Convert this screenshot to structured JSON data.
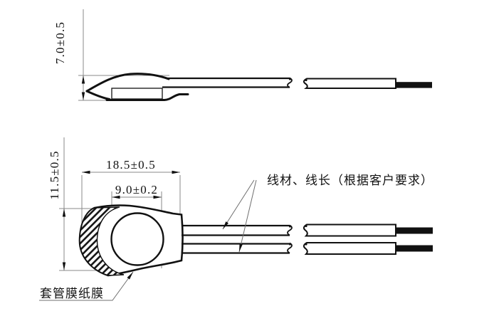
{
  "labels": {
    "side_height_dim": "7.0±0.5",
    "body_height_dim": "11.5±0.5",
    "body_length_dim": "18.5±0.5",
    "disc_diameter_dim": "9.0±0.2",
    "wire_note": "线材、线长（根据客户要求）",
    "sleeve_label": "套管膜纸膜"
  },
  "colors": {
    "outline": "#111111",
    "dimension_line": "#8a8a8a",
    "background": "#ffffff"
  }
}
